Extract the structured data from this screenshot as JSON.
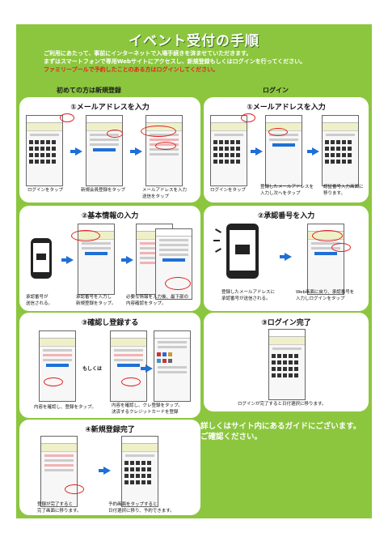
{
  "title": "イベント受付の手順",
  "intro": {
    "line1": "ご利用にあたって、事前にインターネットで入場手続きを済ませていただきます。",
    "line2": "まずはスマートフォンで専用Webサイトにアクセスし、新規登録もしくはログインを行ってください。",
    "line3_red": "ファミリープールで予約したことのある方はログインしてください。"
  },
  "columns": {
    "left": "初めての方は新規登録",
    "right": "ログイン"
  },
  "left_steps": [
    {
      "title": "①メールアドレスを入力",
      "captions": [
        "ログインをタップ",
        "新規会員登録をタップ",
        "メールアドレスを入力\n送信をタップ"
      ]
    },
    {
      "title": "②基本情報の入力",
      "captions": [
        "承認番号が\n送信される。",
        "承認番号を入力し\n新規登録をタップ。",
        "必要な情報を入力後、最下部の\n内容確認をタップ。"
      ]
    },
    {
      "title": "③確認し登録する",
      "captions": [
        "内容を確認し、登録をタップ。",
        "内容を確認し、クレ登録をタップ。\n決済するクレジットカードを登録"
      ],
      "middle_text": "もしくは"
    },
    {
      "title": "④新規登録完了",
      "captions": [
        "登録が完了すると\n完了画面に移ります。",
        "予約画面をタップすると\n日付選択に移り、予約できます。"
      ]
    }
  ],
  "right_steps": [
    {
      "title": "①メールアドレスを入力",
      "captions": [
        "ログインをタップ",
        "登録したメールアドレスを\n入力し次へをタップ",
        "認証番号入力画面に\n移ります。"
      ]
    },
    {
      "title": "②承認番号を入力",
      "captions": [
        "登録したメールアドレスに\n承認番号が送信される。",
        "Web画面に戻り、承認番号を\n入力しログインをタップ"
      ]
    },
    {
      "title": "③ログイン完了",
      "captions": [
        "ログインが完了すると日付選択に移ります。"
      ]
    }
  ],
  "guide": {
    "line1": "詳しくはサイト内にあるガイドにございます。",
    "line2": "ご確認ください。"
  },
  "colors": {
    "background": "#8cc63f",
    "accent_blue": "#1f6fd6",
    "highlight_red": "#e02020"
  }
}
